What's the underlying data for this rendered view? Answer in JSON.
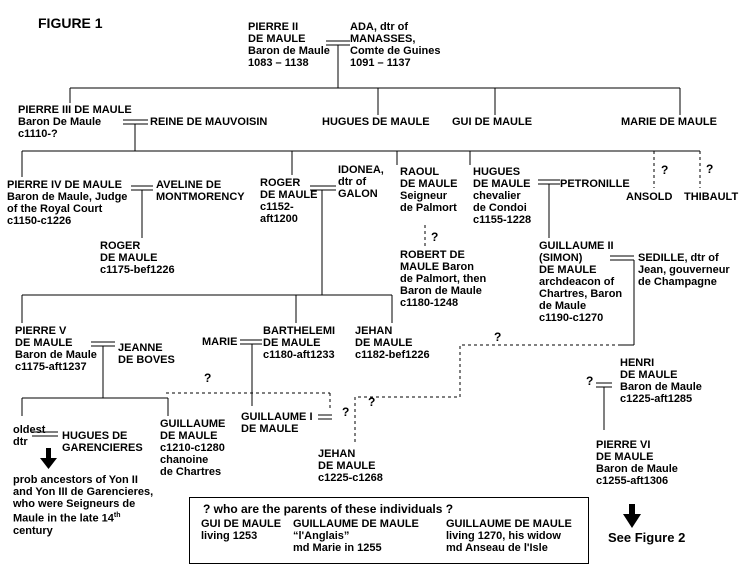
{
  "figure_title": "FIGURE 1",
  "persons": {
    "pierre2": "PIERRE II\nDE MAULE\nBaron de Maule\n1083 – 1138",
    "ada": "ADA, dtr of\nMANASSES,\nComte de Guines\n1091 – 1137",
    "pierre3": "PIERRE III DE MAULE\nBaron De Maule\nc1110-?",
    "reine": "REINE DE MAUVOISIN",
    "hugues1": "HUGUES DE MAULE",
    "gui": "GUI DE MAULE",
    "marie1": "MARIE DE MAULE",
    "pierre4": "PIERRE IV DE MAULE\nBaron de Maule, Judge\nof the Royal Court\nc1150-c1226",
    "aveline": "AVELINE DE\nMONTMORENCY",
    "roger1": "ROGER\nDE MAULE\nc1152-\naft1200",
    "idonea": "IDONEA,\ndtr of\nGALON",
    "raoul": "RAOUL\nDE MAULE\nSeigneur\nde Palmort",
    "hugues2": "HUGUES\nDE MAULE\nchevalier\nde Condoi\nc1155-1228",
    "petronille": "PETRONILLE",
    "ansold": "ANSOLD",
    "thibault": "THIBAULT",
    "roger2": "ROGER\nDE MAULE\nc1175-bef1226",
    "robert": "ROBERT DE\nMAULE Baron\nde Palmort, then\nBaron de Maule\nc1180-1248",
    "guillaume2": "GUILLAUME II\n(SIMON)\nDE MAULE\narchdeacon of\nChartres, Baron\nde Maule\nc1190-c1270",
    "sedille": "SEDILLE, dtr of\nJean, gouverneur\nde Champagne",
    "pierre5": "PIERRE V\nDE MAULE\nBaron de Maule\nc1175-aft1237",
    "jeanne": "JEANNE\nDE BOVES",
    "marie2": "MARIE",
    "barthelemi": "BARTHELEMI\nDE MAULE\nc1180-aft1233",
    "jehan1": "JEHAN\nDE MAULE\nc1182-bef1226",
    "henri": "HENRI\nDE MAULE\nBaron de Maule\nc1225-aft1285",
    "oldest": "oldest\ndtr",
    "hugues_gar": "HUGUES DE\nGARENCIERES",
    "guillaume_ch": "GUILLAUME\nDE MAULE\nc1210-c1280\nchanoine\nde Chartres",
    "guillaume1": "GUILLAUME I\nDE MAULE",
    "jehan2": "JEHAN\nDE MAULE\nc1225-c1268",
    "pierre6": "PIERRE VI\nDE MAULE\nBaron de Maule\nc1255-aft1306",
    "prob": "prob ancestors of Yon II\nand Yon III de Garencieres,\nwho were Seigneurs de\nMaule in the late 14",
    "prob_sup": "th",
    "prob_end": "century"
  },
  "unknowns_box": {
    "heading": "? who are the parents of these individuals ?",
    "people": [
      "GUI DE MAULE\nliving 1253",
      "GUILLAUME DE MAULE\n“l'Anglais”\nmd Marie in 1255",
      "GUILLAUME DE MAULE\nliving 1270, his widow\nmd Anseau de l'Isle"
    ]
  },
  "see_figure": "See Figure 2",
  "question_mark": "?"
}
